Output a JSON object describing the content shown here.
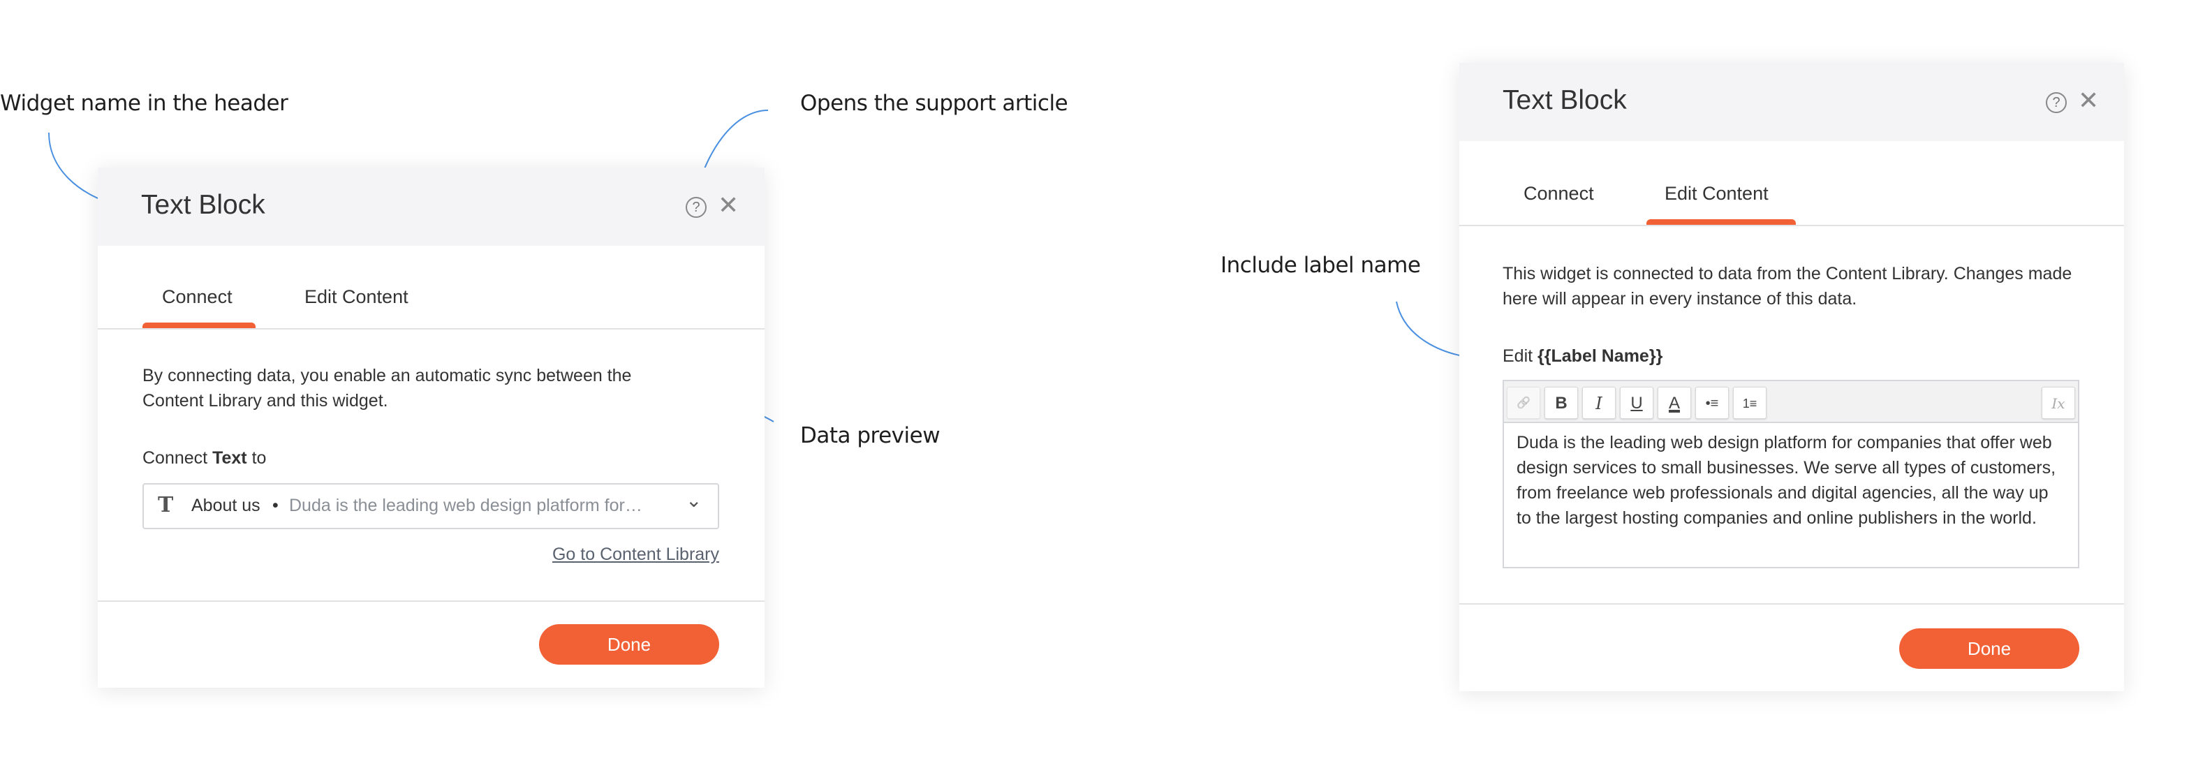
{
  "annotations": {
    "widget_name": "Widget name in the header",
    "support_article": "Opens the support article",
    "data_preview": "Data preview",
    "label_name": "Include label name"
  },
  "left_panel": {
    "title": "Text Block",
    "help_icon": "?",
    "close_icon": "✕",
    "tabs": [
      {
        "label": "Connect",
        "active": true
      },
      {
        "label": "Edit Content",
        "active": false
      }
    ],
    "description": "By connecting data, you enable an automatic sync between the Content Library and this widget.",
    "connect_prefix": "Connect",
    "connect_bold": "Text",
    "connect_suffix": "to",
    "dropdown": {
      "icon": "T",
      "name": "About us",
      "separator": "•",
      "preview": "Duda is the leading web design platform for…",
      "chevron": "⌄"
    },
    "library_link": "Go to Content Library",
    "done_label": "Done"
  },
  "right_panel": {
    "title": "Text Block",
    "help_icon": "?",
    "close_icon": "✕",
    "tabs": [
      {
        "label": "Connect",
        "active": false
      },
      {
        "label": "Edit Content",
        "active": true
      }
    ],
    "description": "This widget is connected to data from the Content Library. Changes made here will appear in every instance of this data.",
    "edit_prefix": "Edit",
    "edit_bold": "{{Label Name}}",
    "toolbar": {
      "link": "🔗",
      "bold": "B",
      "italic": "I",
      "underline": "U",
      "color": "A",
      "bullets": "•≡",
      "numbers": "1≡",
      "clear": "Ix"
    },
    "content": "Duda is the leading web design platform for companies that offer web design services to small businesses. We serve all types of customers, from freelance web professionals and digital agencies, all the way up to the largest hosting companies and online publishers in the world.",
    "done_label": "Done"
  },
  "colors": {
    "accent": "#f26035",
    "arrow": "#4a90e2",
    "header_bg": "#f4f4f6"
  }
}
